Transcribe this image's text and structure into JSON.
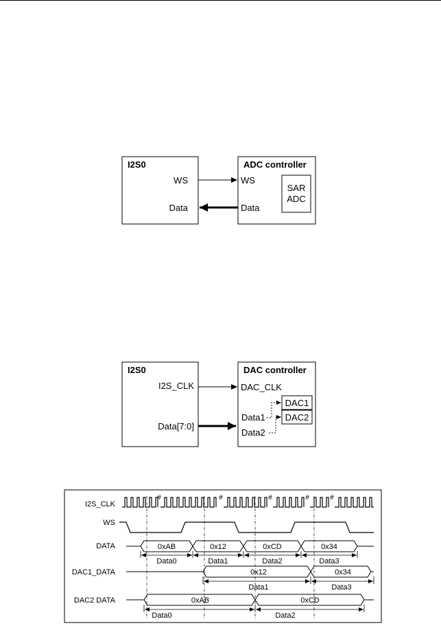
{
  "adc_diagram": {
    "i2s0_title": "I2S0",
    "ws_out": "WS",
    "data_in": "Data",
    "adc_title": "ADC  controller",
    "adc_ws": "WS",
    "adc_data": "Data",
    "sar_line1": "SAR",
    "sar_line2": "ADC"
  },
  "dac_diagram": {
    "i2s0_title": "I2S0",
    "i2s_clk": "I2S_CLK",
    "data_out": "Data[7:0]",
    "dac_title": "DAC  controller",
    "dac_clk": "DAC_CLK",
    "data1": "Data1",
    "data2": "Data2",
    "dac1": "DAC1",
    "dac2": "DAC2"
  },
  "timing": {
    "signals": [
      "I2S_CLK",
      "WS",
      "DATA",
      "DAC1_DATA",
      "DAC2  DATA"
    ],
    "data_values": [
      "0xAB",
      "0x12",
      "0xCD",
      "0x34"
    ],
    "data_labels": [
      "Data0",
      "Data1",
      "Data2",
      "Data3"
    ],
    "dac1_values": [
      "0x12",
      "0x34"
    ],
    "dac1_labels": [
      "Data1",
      "Data3"
    ],
    "dac2_values": [
      "0xAB",
      "0xCD"
    ],
    "dac2_labels": [
      "Data0",
      "Data2"
    ],
    "clk_break_mark": "#"
  }
}
